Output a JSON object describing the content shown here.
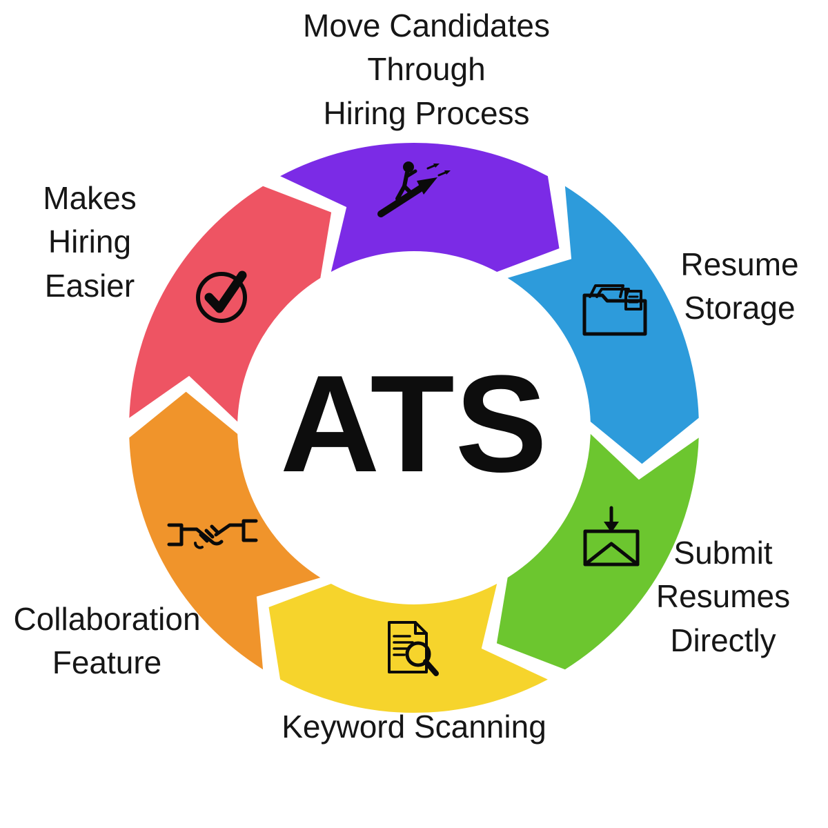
{
  "diagram": {
    "center_label": "ATS",
    "segments": [
      {
        "label": "Move Candidates Through Hiring Process",
        "lines": [
          "Move Candidates",
          "Through",
          "Hiring Process"
        ],
        "color": "#7b2be6",
        "icon": "person-climbing-arrow-icon",
        "angle": 0
      },
      {
        "label": "Resume Storage",
        "lines": [
          "Resume",
          "Storage"
        ],
        "color": "#2d9bdb",
        "icon": "resume-folder-icon",
        "angle": 60
      },
      {
        "label": "Submit Resumes Directly",
        "lines": [
          "Submit",
          "Resumes",
          "Directly"
        ],
        "color": "#6cc62f",
        "icon": "envelope-download-icon",
        "angle": 120
      },
      {
        "label": "Keyword Scanning",
        "lines": [
          "Keyword Scanning"
        ],
        "color": "#f6d42c",
        "icon": "document-search-icon",
        "angle": 180
      },
      {
        "label": "Collaboration Feature",
        "lines": [
          "Collaboration",
          "Feature"
        ],
        "color": "#f0942b",
        "icon": "handshake-icon",
        "angle": 240
      },
      {
        "label": "Makes Hiring Easier",
        "lines": [
          "Makes",
          "Hiring",
          "Easier"
        ],
        "color": "#ee5463",
        "icon": "checkmark-icon",
        "angle": 300
      }
    ]
  }
}
